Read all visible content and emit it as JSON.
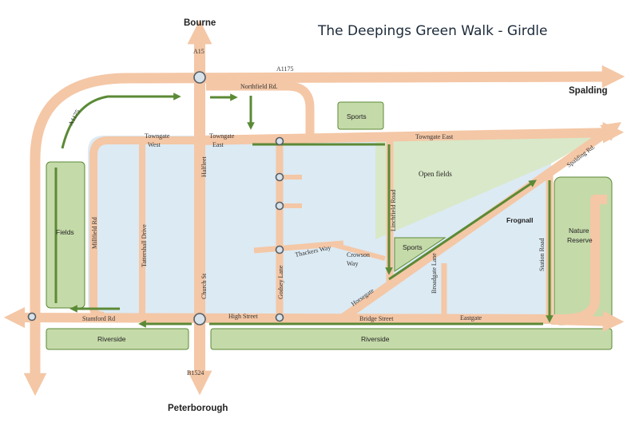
{
  "title": "The Deepings Green Walk - Girdle",
  "towns": {
    "north": "Bourne",
    "south": "Peterborough",
    "east": "Spalding"
  },
  "roads": {
    "a15": "A15",
    "a1175_top": "A1175",
    "a1175_left": "A1175",
    "b1524": "B1524",
    "northfield": "Northfield Rd.",
    "towngate_west_1": "Towngate",
    "towngate_west_2": "West",
    "towngate_east_1": "Towngate",
    "towngate_east_2": "East",
    "towngate_east_road": "Towngate East",
    "halfleet": "Halfleet",
    "church_st": "Church St",
    "tattershall": "Tattershall Drive",
    "millfield": "Millfield Rd",
    "godsey": "Godsey Lane",
    "thackers": "Thackers Way",
    "crowson_1": "Crowson",
    "crowson_2": "Way",
    "linchfield": "Linchfield Road",
    "horsegate": "Horsegate",
    "broadgate": "Broadgate Lane",
    "station": "Station Road",
    "spalding_rd": "Spalding Rd.",
    "high_street": "High Street",
    "bridge_street": "Bridge Street",
    "eastgate": "Eastgate",
    "stamford": "Stamford Rd"
  },
  "areas": {
    "sports_top": "Sports",
    "sports_small": "Sports",
    "open_fields": "Open fields",
    "frognall": "Frognall",
    "nature_1": "Nature",
    "nature_2": "Reserve",
    "fields": "Fields",
    "riverside_left": "Riverside",
    "riverside_right": "Riverside"
  },
  "colors": {
    "road": "#f4c7a6",
    "built_area": "#dceaf3",
    "open_area": "#d9e8c8",
    "green_area": "#c5daa9",
    "green_border": "#5b8a36",
    "route": "#5b8a36",
    "node_fill": "#d8e2ea",
    "node_stroke": "#555e66"
  }
}
